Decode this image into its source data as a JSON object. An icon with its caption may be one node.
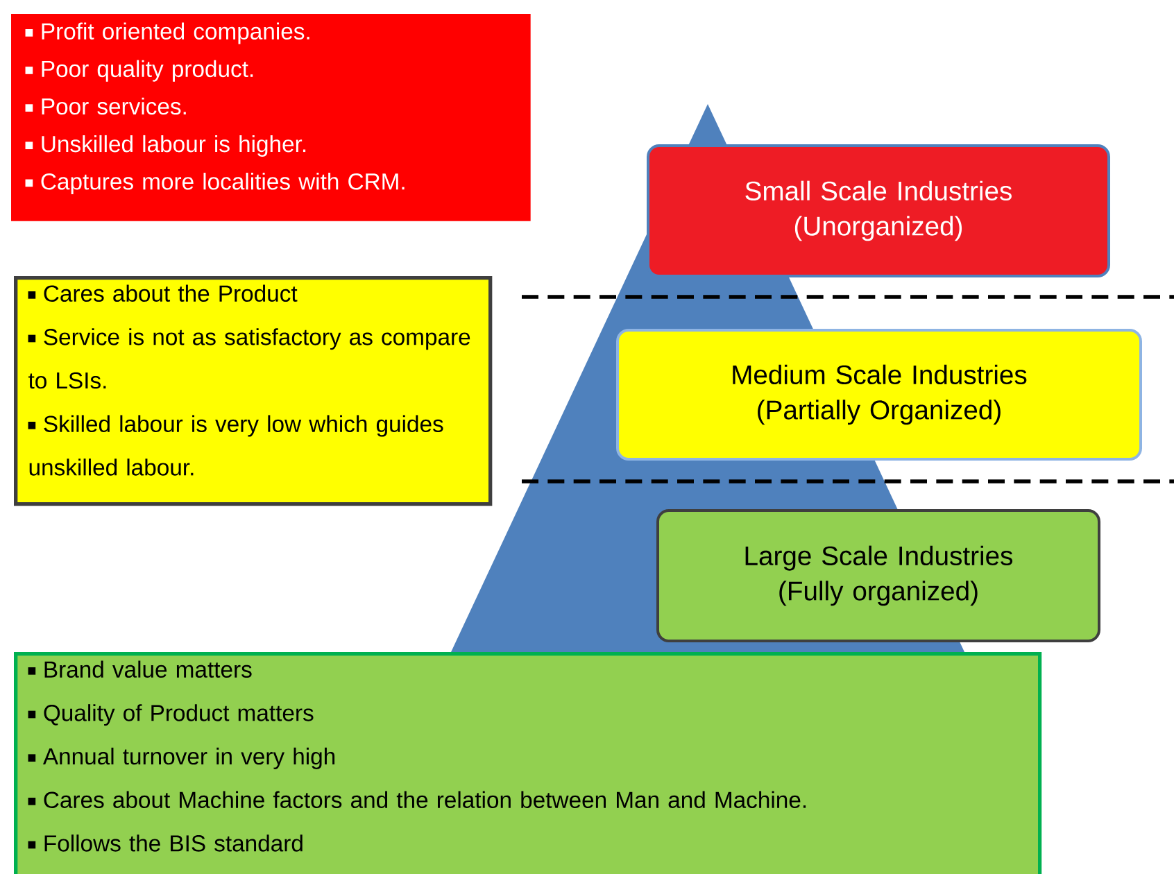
{
  "diagram": {
    "nodes": [
      {
        "text": [
          "Profit oriented companies.",
          "Poor quality product.",
          "Poor services.",
          "Unskilled labour is higher.",
          "Captures more localities with CRM."
        ]
      },
      {
        "text": [
          "Cares about the Product",
          "Service is not as satisfactory as compare to LSIs.",
          "Skilled labour is very low which guides unskilled labour."
        ]
      },
      {
        "text": [
          "Brand value matters",
          "Quality of Product matters",
          "Annual turnover in very high",
          "Cares about Machine factors and the relation between Man and Machine.",
          "Follows the BIS standard"
        ]
      },
      {
        "text": [
          "Small Scale Industries (Unorganized)"
        ]
      },
      {
        "text": [
          "Medium Scale Industries (Partially Organized)"
        ]
      },
      {
        "text": [
          "Large Scale Industries (Fully organized)"
        ]
      }
    ]
  }
}
